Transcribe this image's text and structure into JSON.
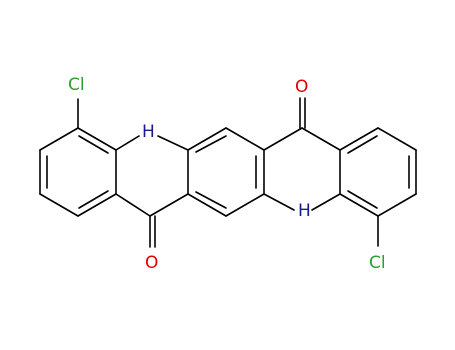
{
  "molecule": {
    "atoms": [
      {
        "id": "cl_top",
        "label": "Cl",
        "color": "#2ca02c"
      },
      {
        "id": "nh_top",
        "label": "H",
        "color": "#1a1a8c"
      },
      {
        "id": "o_top",
        "label": "O",
        "color": "#e00000"
      },
      {
        "id": "nh_bottom",
        "label": "H",
        "color": "#1a1a8c"
      },
      {
        "id": "o_bottom",
        "label": "O",
        "color": "#e00000"
      },
      {
        "id": "cl_bottom",
        "label": "Cl",
        "color": "#2ca02c"
      }
    ],
    "bond_color": "#000000"
  }
}
